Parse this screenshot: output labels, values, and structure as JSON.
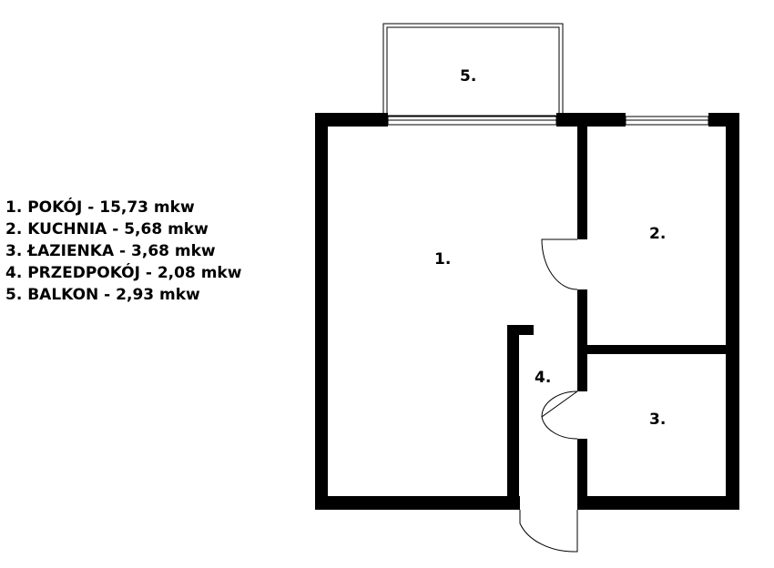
{
  "legend": [
    {
      "num": "1.",
      "name": "POKÓJ",
      "area": "15,73 mkw"
    },
    {
      "num": "2.",
      "name": "KUCHNIA",
      "area": "5,68 mkw"
    },
    {
      "num": "3.",
      "name": "ŁAZIENKA",
      "area": "3,68 mkw"
    },
    {
      "num": "4.",
      "name": "PRZEDPOKÓJ",
      "area": "2,08 mkw"
    },
    {
      "num": "5.",
      "name": "BALKON",
      "area": "2,93 mkw"
    }
  ],
  "rooms": [
    {
      "label": "1.",
      "key": "pokoj"
    },
    {
      "label": "2.",
      "key": "kuchnia"
    },
    {
      "label": "3.",
      "key": "lazienka"
    },
    {
      "label": "4.",
      "key": "przedpokoj"
    },
    {
      "label": "5.",
      "key": "balkon"
    }
  ],
  "colors": {
    "wall": "#000000",
    "line": "#000000",
    "background": "#ffffff"
  }
}
